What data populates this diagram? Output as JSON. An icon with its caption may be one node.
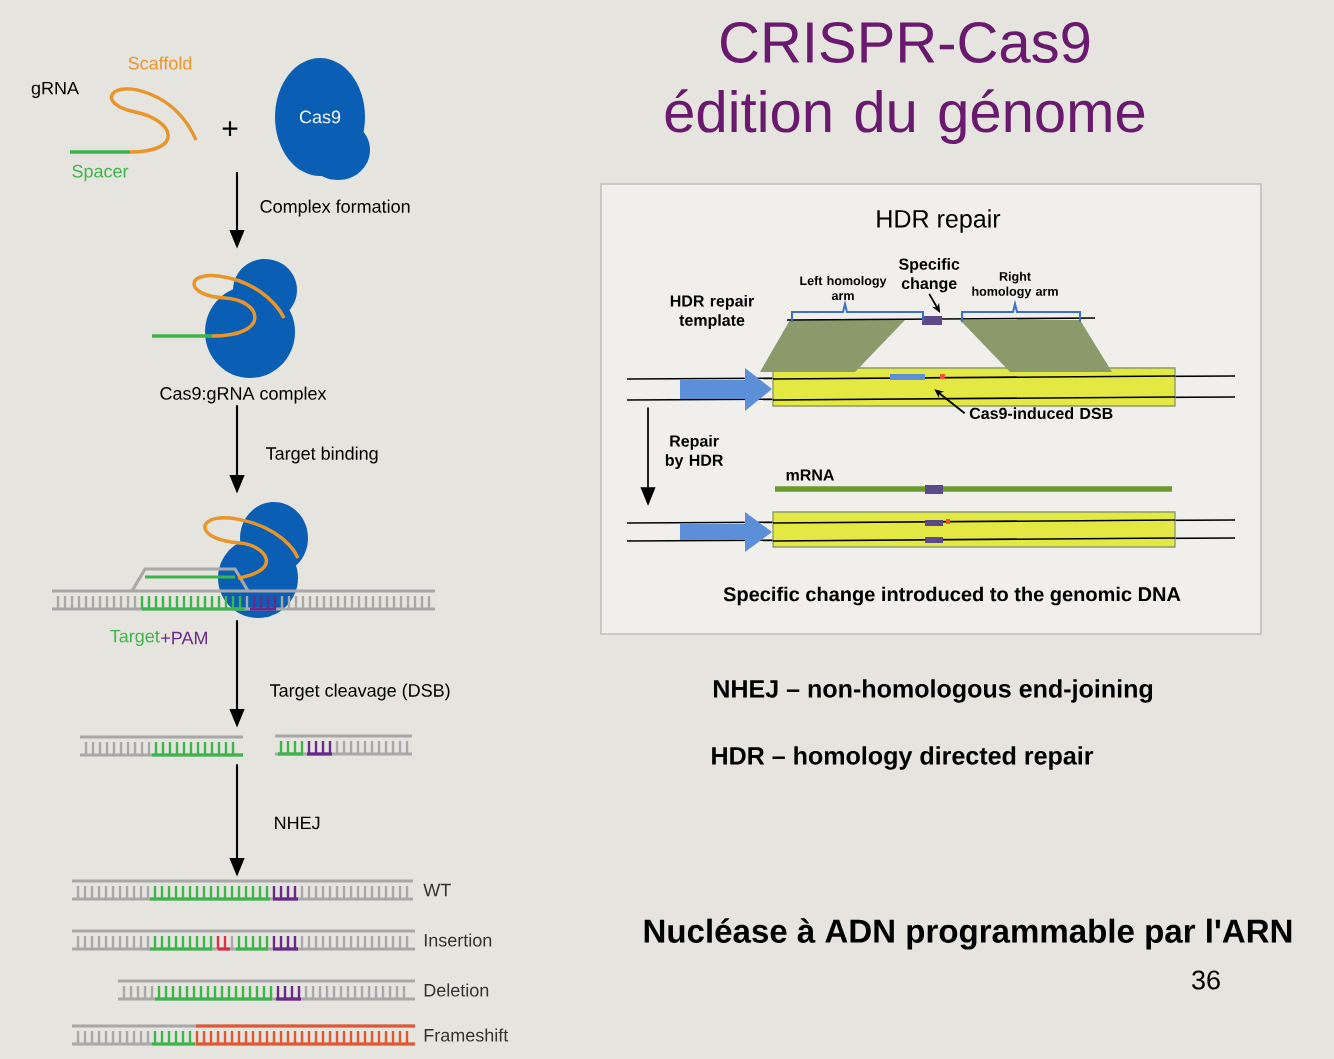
{
  "diagram": {
    "title": "CRISPR-Cas9 édition du génome",
    "nodes": [
      {
        "text": [],
        "shape": "picture",
        "beside": [
          "Scaffold",
          "gRNA",
          "Spacer"
        ]
      },
      {
        "text": [
          "Cas9"
        ]
      },
      {
        "text": [],
        "shape": "picture",
        "beside": [
          "Cas9:gRNA complex"
        ]
      },
      {
        "text": [],
        "shape": "picture",
        "beside": [
          "Target",
          "+PAM"
        ]
      },
      {
        "text": [],
        "shape": "picture"
      },
      {
        "text": [],
        "shape": "picture",
        "beside": [
          "WT"
        ]
      },
      {
        "text": [],
        "shape": "picture",
        "beside": [
          "Insertion"
        ]
      },
      {
        "text": [],
        "shape": "picture",
        "beside": [
          "Deletion"
        ]
      },
      {
        "text": [],
        "shape": "picture",
        "beside": [
          "Frameshift"
        ]
      },
      {
        "text": [
          "HDR repair"
        ]
      },
      {
        "text": [
          "Specific change"
        ],
        "in": 9
      },
      {
        "text": [
          "Cas9-induced DSB"
        ],
        "in": 9
      },
      {
        "text": [],
        "shape": "picture",
        "in": 9
      },
      {
        "text": [],
        "shape": "picture",
        "in": 9
      },
      {
        "text": [],
        "shape": "picture",
        "in": 9
      }
    ],
    "edges": [
      {
        "from": null,
        "to": 2,
        "arrow": "to",
        "label": "Complex formation"
      },
      {
        "from": 2,
        "to": 3,
        "arrow": "to",
        "label": "Target binding"
      },
      {
        "from": 3,
        "to": 4,
        "arrow": "to",
        "label": "Target cleavage (DSB)"
      },
      {
        "from": 4,
        "to": 5,
        "arrow": "to",
        "label": "NHEJ"
      },
      {
        "from": 12,
        "to": 13,
        "arrow": "to",
        "label": "Repair by HDR"
      },
      {
        "from": 10,
        "to": 14,
        "arrow": "to"
      },
      {
        "from": 11,
        "to": 12,
        "arrow": "to"
      }
    ],
    "labels": [
      "+",
      "HDR repair template",
      "Left homology arm",
      "Right homology arm",
      "mRNA",
      "Specific change introduced to the genomic DNA",
      "NHEJ – non-homologous end-joining",
      "HDR – homology directed repair",
      "Nucléase à ADN programmable par l'ARN",
      "36"
    ]
  }
}
